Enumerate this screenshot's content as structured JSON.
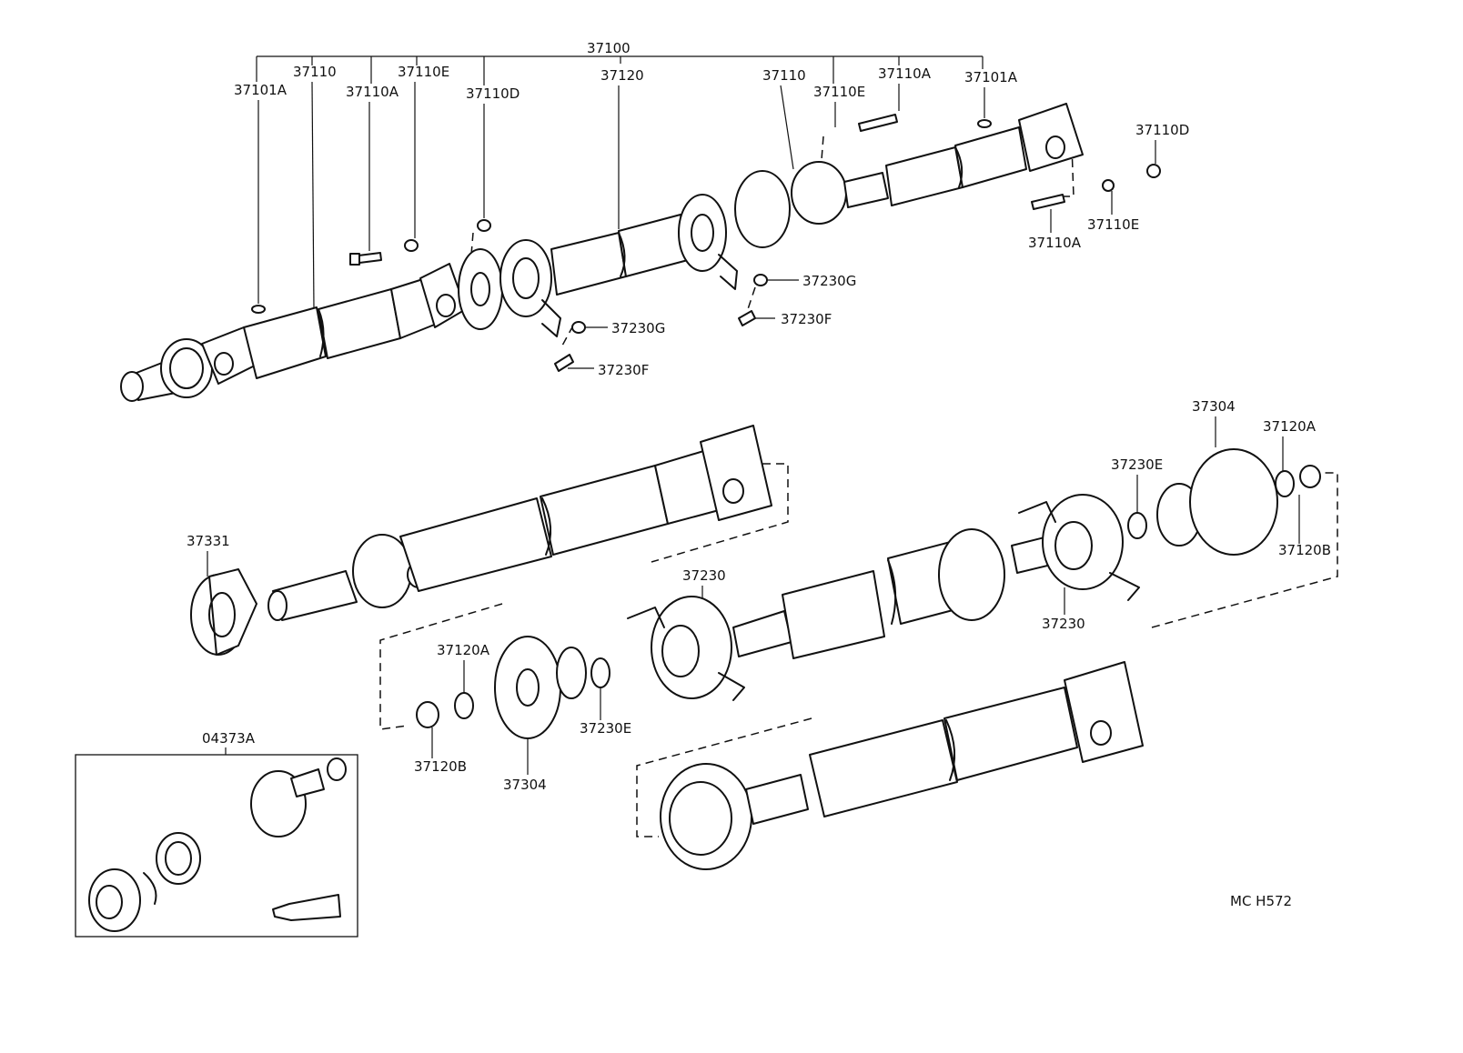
{
  "diagram": {
    "labels": {
      "assembly": "37100",
      "l_37110_a": "37110",
      "l_37110e_a": "37110E",
      "l_37101a_a": "37101A",
      "l_37110a_a": "37110A",
      "l_37110d_a": "37110D",
      "l_37120": "37120",
      "l_37110_b": "37110",
      "l_37110e_b": "37110E",
      "l_37110a_b": "37110A",
      "l_37101a_b": "37101A",
      "l_37110d_b": "37110D",
      "l_37110a_c": "37110A",
      "l_37110e_c": "37110E",
      "l_37230g_a": "37230G",
      "l_37230f_a": "37230F",
      "l_37230g_b": "37230G",
      "l_37230f_b": "37230F",
      "l_37304_a": "37304",
      "l_37120a_a": "37120A",
      "l_37230e_a": "37230E",
      "l_37120b_a": "37120B",
      "l_37331": "37331",
      "l_37230_a": "37230",
      "l_37230_b": "37230",
      "l_37120a_b": "37120A",
      "l_37230e_b": "37230E",
      "l_37120b_b": "37120B",
      "l_37304_b": "37304",
      "l_04373a": "04373A",
      "code": "MC  H572"
    },
    "icons": [
      "propeller-shaft-icon",
      "universal-joint-icon",
      "center-bearing-icon",
      "flange-icon",
      "bolt-icon",
      "nut-icon",
      "washer-icon",
      "oil-seal-icon",
      "boot-kit-icon",
      "grease-tube-icon"
    ]
  }
}
